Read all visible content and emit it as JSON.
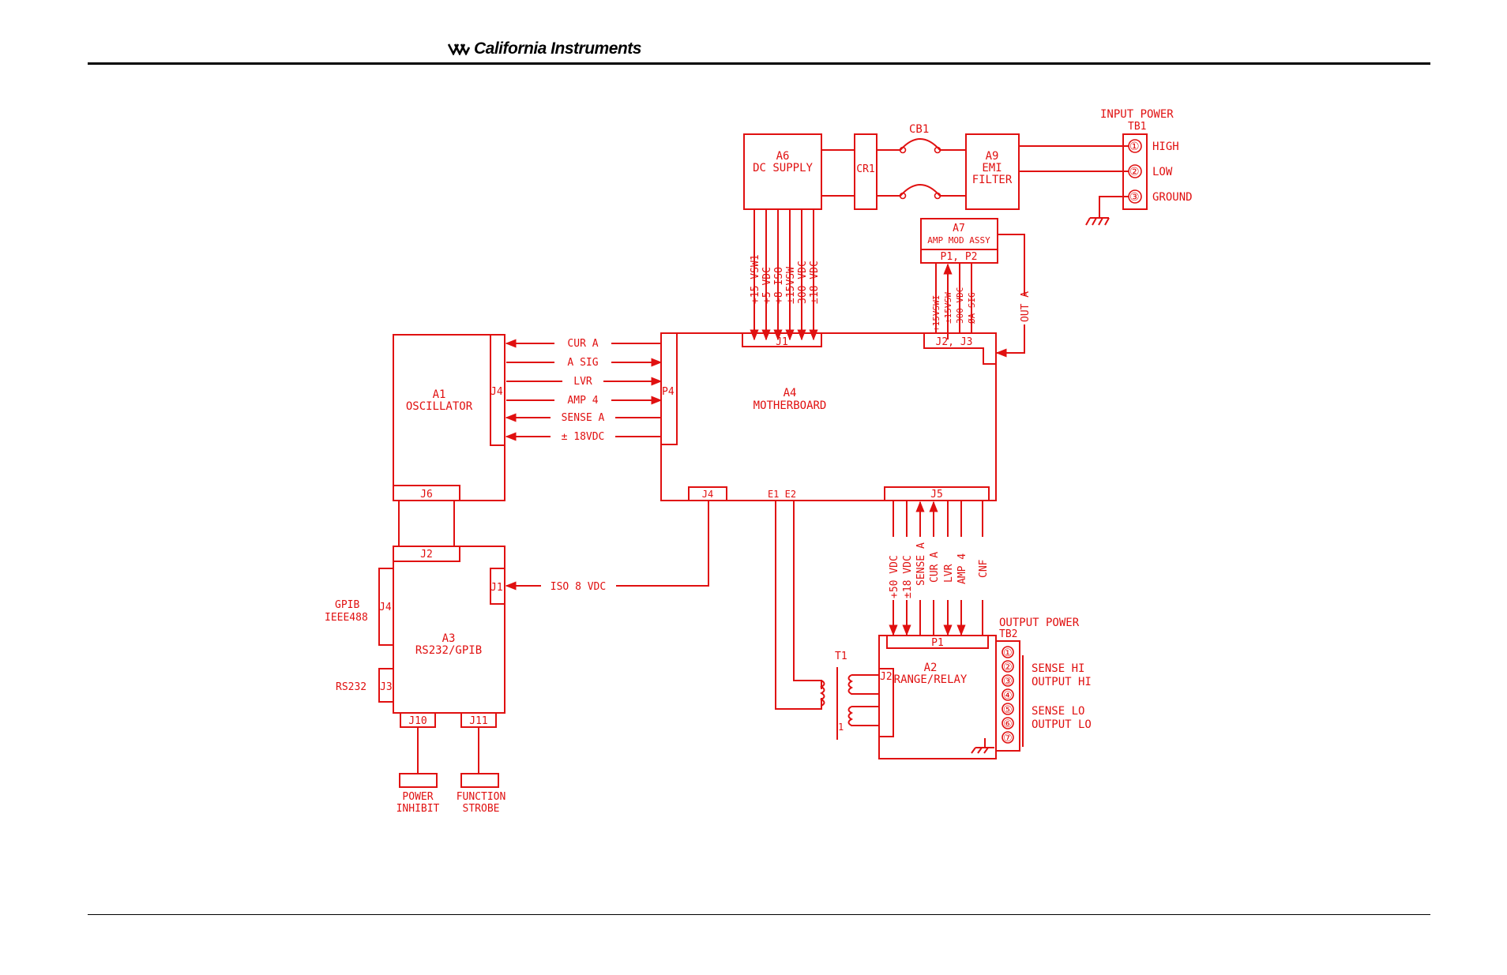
{
  "header": {
    "brand": "California Instruments"
  },
  "diagram": {
    "input_power": {
      "title": "INPUT POWER",
      "tb": "TB1",
      "terminals": [
        "①",
        "②",
        "③"
      ],
      "labels": [
        "HIGH",
        "LOW",
        "GROUND"
      ]
    },
    "cb1": "CB1",
    "a9": {
      "id": "A9",
      "line1": "EMI",
      "line2": "FILTER"
    },
    "cr1": "CR1",
    "a6": {
      "id": "A6",
      "name": "DC SUPPLY"
    },
    "dc_signals": [
      "+15 VSW1",
      "+5 VDC",
      "+8 ISO",
      "±15VSW",
      "300 VDC",
      "±18 VDC"
    ],
    "a7": {
      "id": "A7",
      "name": "AMP MOD ASSY",
      "conn": "P1, P2",
      "signals": [
        "+15VSWI",
        "±15VSW",
        "300 VDC",
        "ØA SIG"
      ],
      "out": "OUT A"
    },
    "a4": {
      "id": "A4",
      "name": "MOTHERBOARD",
      "j1": "J1",
      "j23": "J2, J3",
      "p4": "P4",
      "j4": "J4",
      "e1e2": "E1 E2",
      "j5": "J5"
    },
    "a1": {
      "id": "A1",
      "name": "OSCILLATOR",
      "j4": "J4",
      "j6": "J6"
    },
    "bus_signals": [
      "CUR A",
      "A SIG",
      "LVR",
      "AMP 4",
      "SENSE A",
      "± 18VDC"
    ],
    "a3": {
      "id": "A3",
      "name": "RS232/GPIB",
      "j2": "J2",
      "j1": "J1",
      "j4": "J4",
      "j3": "J3",
      "j10": "J10",
      "j11": "J11",
      "gpib1": "GPIB",
      "gpib2": "IEEE488",
      "rs232": "RS232"
    },
    "iso_label": "ISO 8 VDC",
    "j5_signals": [
      "+50 VDC",
      "±18 VDC",
      "SENSE A",
      "CUR A",
      "LVR",
      "AMP 4",
      "CNF"
    ],
    "t1": {
      "name": "T1",
      "pin": "1"
    },
    "a2": {
      "id": "A2",
      "name": "RANGE/RELAY",
      "p1": "P1",
      "j2": "J2"
    },
    "output_power": {
      "title": "OUTPUT POWER",
      "tb": "TB2",
      "terminals": [
        "①",
        "②",
        "③",
        "④",
        "⑤",
        "⑥",
        "⑦"
      ],
      "labels": [
        "SENSE HI",
        "OUTPUT HI",
        "SENSE LO",
        "OUTPUT LO"
      ]
    },
    "power_inhibit": {
      "line1": "POWER",
      "line2": "INHIBIT"
    },
    "function_strobe": {
      "line1": "FUNCTION",
      "line2": "STROBE"
    }
  }
}
